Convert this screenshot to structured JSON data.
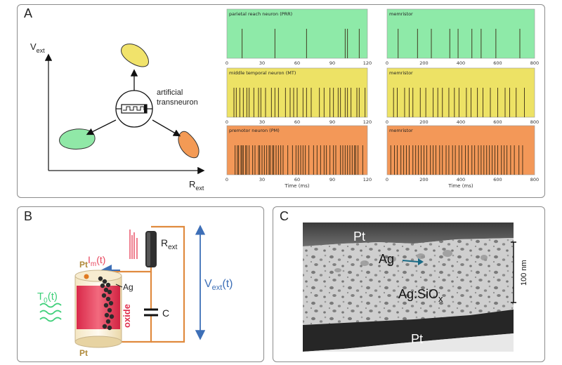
{
  "panels": {
    "a_label": "A",
    "b_label": "B",
    "c_label": "C"
  },
  "schematic": {
    "y_axis_main": "V",
    "y_axis_sub": "ext",
    "x_axis_main": "R",
    "x_axis_sub": "ext",
    "device_line1": "artificial",
    "device_line2": "transneuron",
    "colors": {
      "yellow": "#f1e36b",
      "green": "#90e8a7",
      "orange": "#f39a55"
    }
  },
  "raster": {
    "x_label": "Time (ms)",
    "neuron_ticks": [
      "0",
      "30",
      "60",
      "90",
      "120"
    ],
    "memristor_ticks": [
      "0",
      "200",
      "400",
      "600",
      "800"
    ],
    "rows": [
      {
        "color": "#8eeaa8",
        "neuron_title": "parietal reach neuron (PRR)",
        "memristor_title": "memristor",
        "neuron_spikes": [
          13,
          41,
          68,
          101,
          103,
          113
        ],
        "memristor_spikes": [
          60,
          165,
          240,
          340,
          385,
          460,
          510,
          590,
          720
        ]
      },
      {
        "color": "#ede265",
        "neuron_title": "middle temporal neuron (MT)",
        "memristor_title": "memristor",
        "neuron_spikes": [
          6,
          8,
          11,
          14,
          17,
          19,
          23,
          27,
          29,
          33,
          38,
          41,
          44,
          50,
          54,
          57,
          60,
          65,
          68,
          72,
          79,
          83,
          88,
          91,
          95,
          97,
          101,
          103,
          106,
          111,
          113,
          118
        ],
        "memristor_spikes": [
          35,
          55,
          95,
          120,
          140,
          180,
          210,
          250,
          275,
          300,
          335,
          365,
          390,
          430,
          455,
          490,
          520,
          560,
          600,
          640,
          665,
          700,
          745
        ]
      },
      {
        "color": "#f39858",
        "neuron_title": "premotor neuron (PM)",
        "memristor_title": "memristor",
        "neuron_spikes": [
          7,
          9,
          10,
          12,
          13,
          14,
          16,
          17,
          19,
          22,
          24,
          27,
          28,
          30,
          32,
          34,
          36,
          37,
          39,
          40,
          42,
          44,
          46,
          48,
          52,
          56,
          59,
          61,
          63,
          65,
          67,
          70,
          74,
          77,
          80,
          83,
          85,
          88,
          91,
          93,
          97,
          99,
          101,
          103,
          105,
          107,
          109,
          110,
          112,
          116
        ],
        "memristor_spikes": [
          20,
          40,
          55,
          75,
          90,
          105,
          120,
          140,
          155,
          170,
          185,
          200,
          215,
          235,
          250,
          265,
          285,
          300,
          320,
          335,
          355,
          370,
          390,
          405,
          425,
          440,
          460,
          475,
          495,
          510,
          525,
          540,
          555,
          570,
          585,
          600,
          620,
          635,
          650,
          670,
          690,
          715,
          735
        ]
      }
    ]
  },
  "circuit": {
    "r_main": "R",
    "r_sub": "ext",
    "i_main": "I",
    "i_sub": "m",
    "i_arg": "(t)",
    "t_main": "T",
    "t_sub": "0",
    "t_arg": "(t)",
    "v_main": "V",
    "v_sub": "ext",
    "v_arg": "(t)",
    "capacitor": "C",
    "pt_top": "Pt",
    "pt_bottom": "Pt",
    "ag": "Ag",
    "oxide": "oxide"
  },
  "tem": {
    "pt_top": "Pt",
    "ag": "Ag",
    "material_main": "Ag:SiO",
    "material_sub": "x",
    "pt_bottom": "Pt",
    "scale_bar": "100 nm"
  }
}
